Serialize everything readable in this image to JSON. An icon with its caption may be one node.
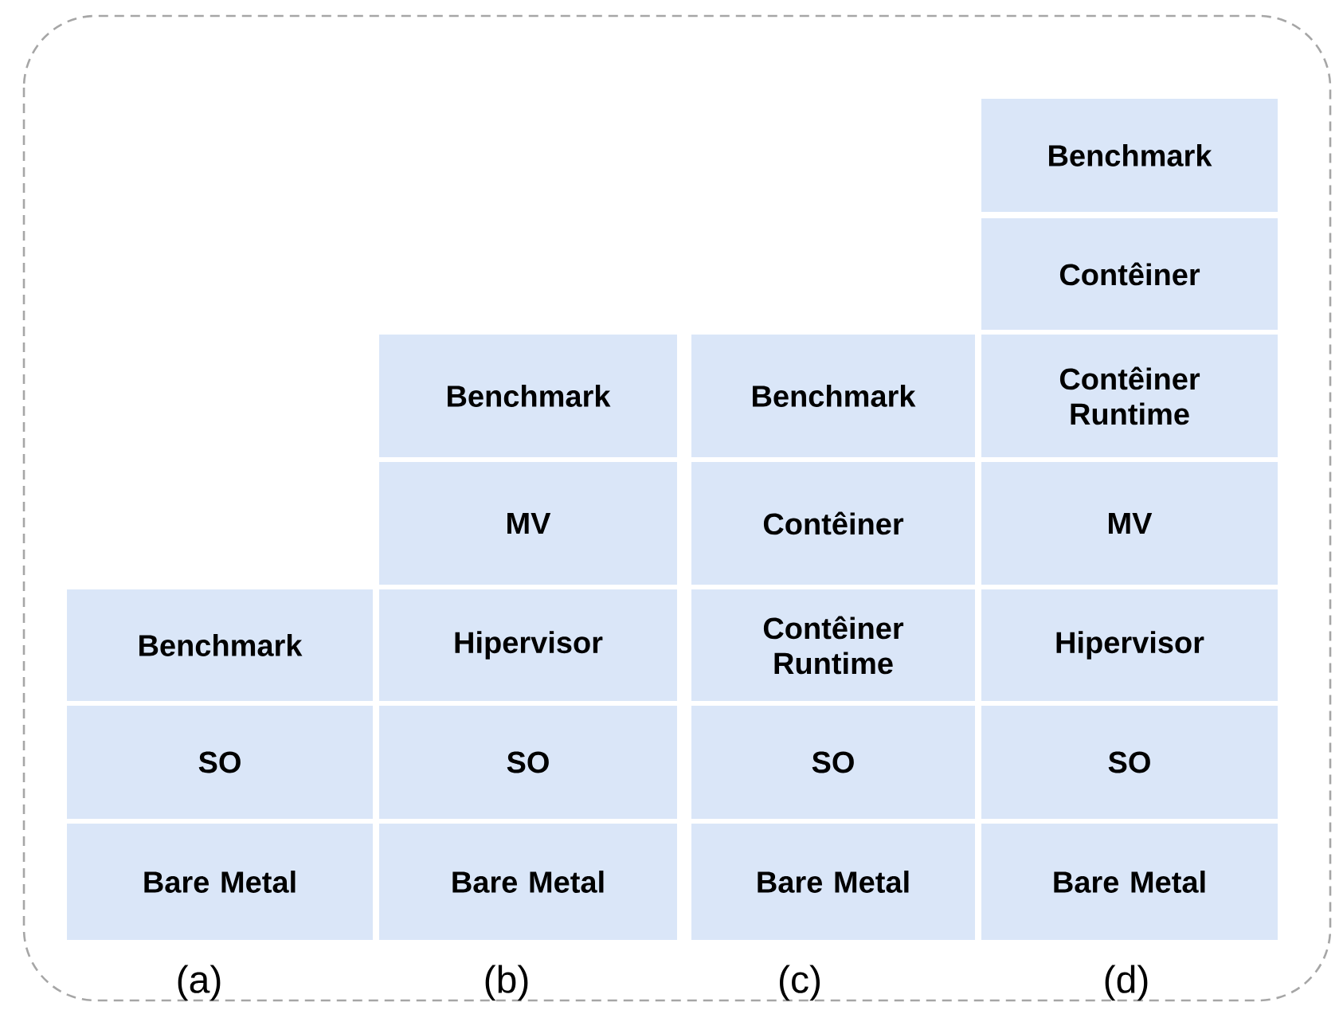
{
  "diagram": {
    "nodes": [
      {
        "text": [
          "Benchmark"
        ]
      },
      {
        "text": [
          "SO"
        ]
      },
      {
        "text": [
          "Bare Metal"
        ]
      },
      {
        "text": [
          "Benchmark"
        ]
      },
      {
        "text": [
          "MV"
        ]
      },
      {
        "text": [
          "Hipervisor"
        ]
      },
      {
        "text": [
          "SO"
        ]
      },
      {
        "text": [
          "Bare Metal"
        ]
      },
      {
        "text": [
          "Benchmark"
        ]
      },
      {
        "text": [
          "Contêiner"
        ]
      },
      {
        "text": [
          "Contêiner Runtime"
        ]
      },
      {
        "text": [
          "SO"
        ]
      },
      {
        "text": [
          "Bare Metal"
        ]
      },
      {
        "text": [
          "Benchmark"
        ]
      },
      {
        "text": [
          "Contêiner"
        ]
      },
      {
        "text": [
          "Contêiner Runtime"
        ]
      },
      {
        "text": [
          "MV"
        ]
      },
      {
        "text": [
          "Hipervisor"
        ]
      },
      {
        "text": [
          "SO"
        ]
      },
      {
        "text": [
          "Bare Metal"
        ]
      }
    ],
    "labels": [
      "(a)",
      "(b)",
      "(c)",
      "(d)"
    ]
  }
}
